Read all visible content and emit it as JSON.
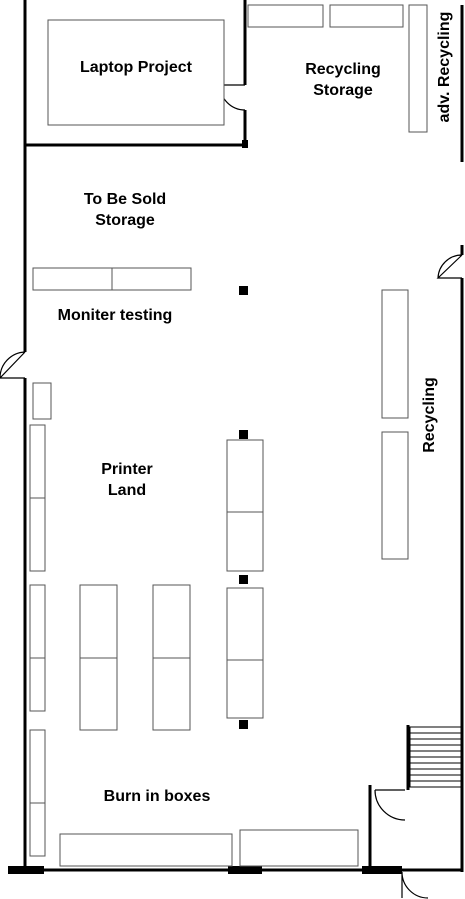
{
  "labels": {
    "laptop_project": "Laptop Project",
    "recycling_storage": [
      "Recycling",
      "Storage"
    ],
    "adv_recycling": "adv. Recycling",
    "to_be_sold_storage": [
      "To Be Sold",
      "Storage"
    ],
    "moniter_testing": "Moniter testing",
    "printer_land": [
      "Printer",
      "Land"
    ],
    "recycling": "Recycling",
    "burn_in_boxes": "Burn in boxes"
  },
  "colors": {
    "wall": "#000000",
    "furniture_stroke": "#555555",
    "background": "#ffffff"
  }
}
